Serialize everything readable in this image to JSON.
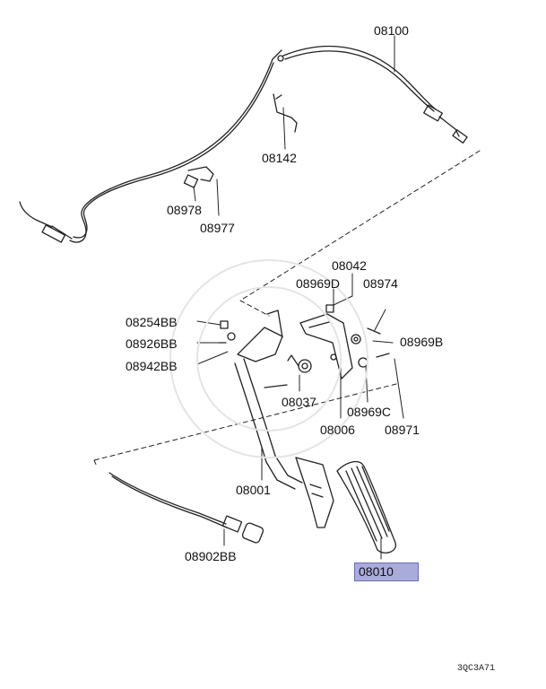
{
  "diagram": {
    "parts": [
      {
        "id": "p08100",
        "label": "08100",
        "highlighted": false
      },
      {
        "id": "p08142",
        "label": "08142",
        "highlighted": false
      },
      {
        "id": "p08978",
        "label": "08978",
        "highlighted": false
      },
      {
        "id": "p08977",
        "label": "08977",
        "highlighted": false
      },
      {
        "id": "p08042",
        "label": "08042",
        "highlighted": false
      },
      {
        "id": "p08969D",
        "label": "08969D",
        "highlighted": false
      },
      {
        "id": "p08974",
        "label": "08974",
        "highlighted": false
      },
      {
        "id": "p08254BB",
        "label": "08254BB",
        "highlighted": false
      },
      {
        "id": "p08926BB",
        "label": "08926BB",
        "highlighted": false
      },
      {
        "id": "p08942BB",
        "label": "08942BB",
        "highlighted": false
      },
      {
        "id": "p08969B",
        "label": "08969B",
        "highlighted": false
      },
      {
        "id": "p08037",
        "label": "08037",
        "highlighted": false
      },
      {
        "id": "p08969C",
        "label": "08969C",
        "highlighted": false
      },
      {
        "id": "p08006",
        "label": "08006",
        "highlighted": false
      },
      {
        "id": "p08971",
        "label": "08971",
        "highlighted": false
      },
      {
        "id": "p08001",
        "label": "08001",
        "highlighted": false
      },
      {
        "id": "p08902BB",
        "label": "08902BB",
        "highlighted": false
      },
      {
        "id": "p08010",
        "label": "08010",
        "highlighted": true
      }
    ],
    "diagram_code": "3QC3A71",
    "highlight_color": "#a9acdb"
  }
}
